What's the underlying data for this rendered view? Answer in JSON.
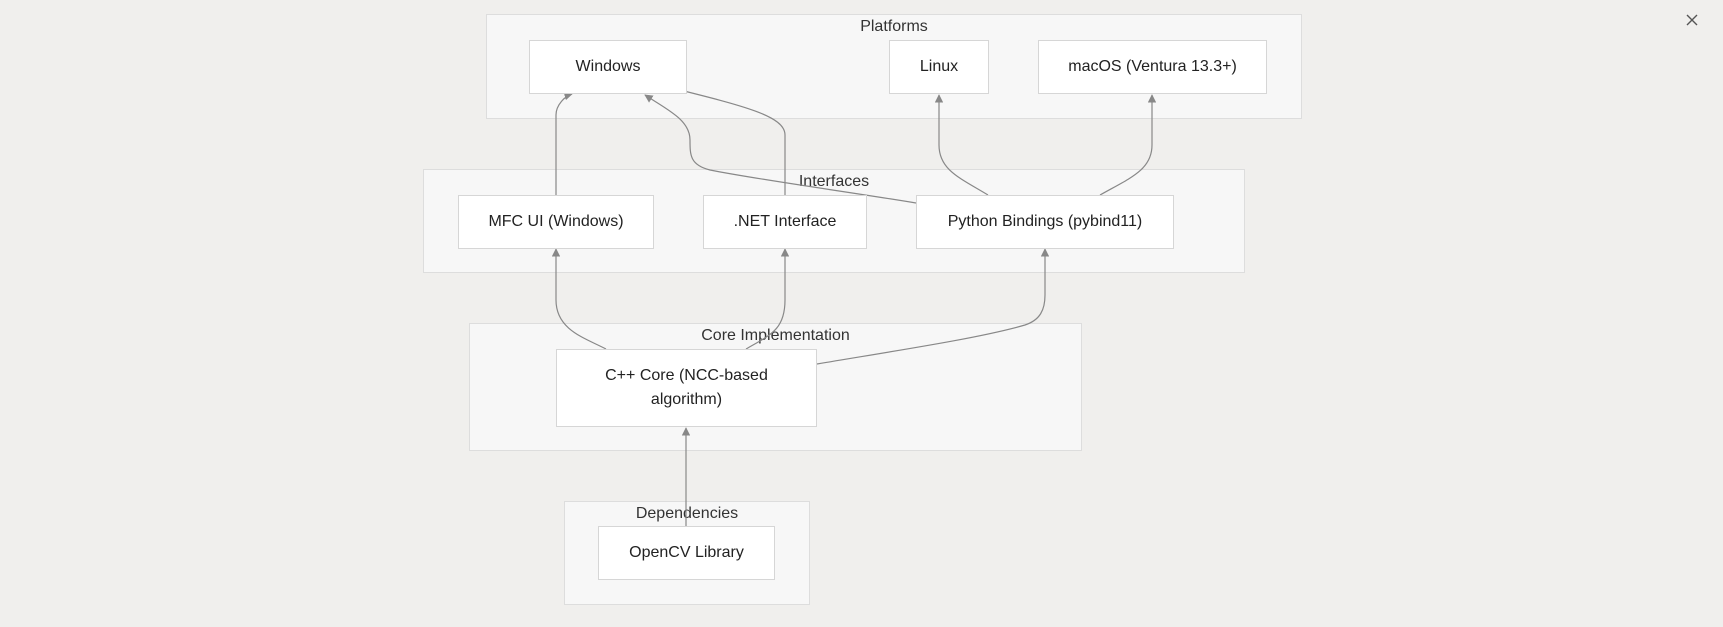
{
  "diagram": {
    "clusters": {
      "platforms": "Platforms",
      "interfaces": "Interfaces",
      "core": "Core Implementation",
      "dependencies": "Dependencies"
    },
    "nodes": {
      "windows": "Windows",
      "linux": "Linux",
      "macos": "macOS (Ventura 13.3+)",
      "mfc": "MFC UI (Windows)",
      "dotnet": ".NET Interface",
      "python": "Python Bindings (pybind11)",
      "cpp_core": "C++ Core (NCC-based algorithm)",
      "opencv": "OpenCV Library"
    },
    "edges": [
      {
        "from": "OpenCV Library",
        "to": "C++ Core (NCC-based algorithm)"
      },
      {
        "from": "C++ Core (NCC-based algorithm)",
        "to": "MFC UI (Windows)"
      },
      {
        "from": "C++ Core (NCC-based algorithm)",
        "to": ".NET Interface"
      },
      {
        "from": "C++ Core (NCC-based algorithm)",
        "to": "Python Bindings (pybind11)"
      },
      {
        "from": "MFC UI (Windows)",
        "to": "Windows"
      },
      {
        "from": ".NET Interface",
        "to": "Windows"
      },
      {
        "from": "Python Bindings (pybind11)",
        "to": "Windows"
      },
      {
        "from": "Python Bindings (pybind11)",
        "to": "Linux"
      },
      {
        "from": "Python Bindings (pybind11)",
        "to": "macOS (Ventura 13.3+)"
      }
    ],
    "colors": {
      "background": "#f0efed",
      "cluster_fill": "#f7f7f7",
      "node_fill": "#ffffff",
      "edge": "#888888"
    }
  },
  "window": {
    "close_icon": "close-icon"
  }
}
